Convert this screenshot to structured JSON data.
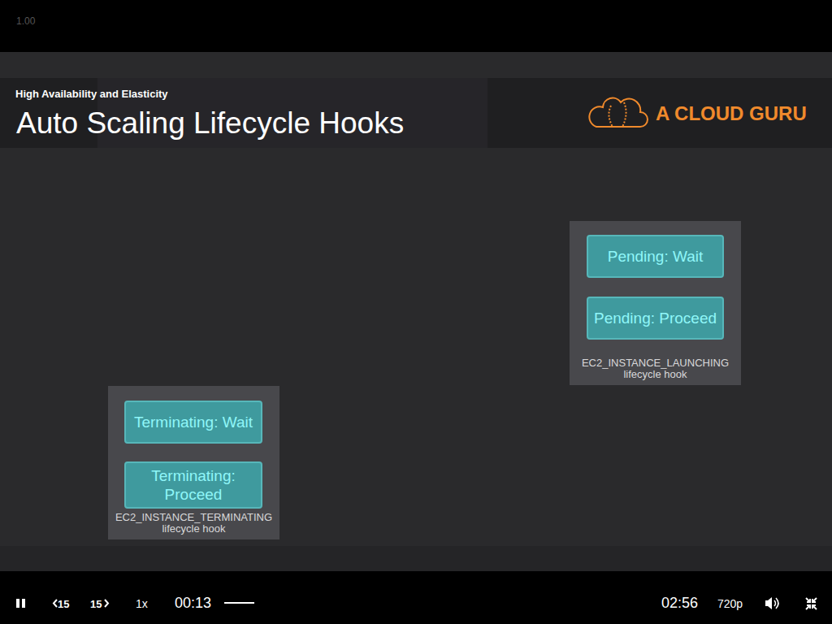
{
  "diagram": {
    "title": "Auto Scaling Lifecycle Hooks",
    "nodes": [
      {
        "text": [
          "EC2_INSTANCE_LAUNCHING lifecycle hook"
        ]
      },
      {
        "text": [
          "Pending: Wait"
        ],
        "in": 0
      },
      {
        "text": [
          "Pending: Proceed"
        ],
        "in": 0
      },
      {
        "text": [
          "EC2_INSTANCE_TERMINATING lifecycle hook"
        ]
      },
      {
        "text": [
          "Terminating: Wait"
        ],
        "in": 3
      },
      {
        "text": [
          "Terminating: Proceed"
        ],
        "in": 3
      }
    ],
    "edges": [
      {
        "from": 1,
        "to": 2,
        "arrow": "to"
      },
      {
        "from": 4,
        "to": 5,
        "arrow": "to"
      }
    ],
    "labels": [
      "1.00",
      "High Availability and Elasticity",
      "A CLOUD GURU",
      "15",
      "15",
      "1x",
      "00:13",
      "02:56",
      "720p"
    ]
  }
}
